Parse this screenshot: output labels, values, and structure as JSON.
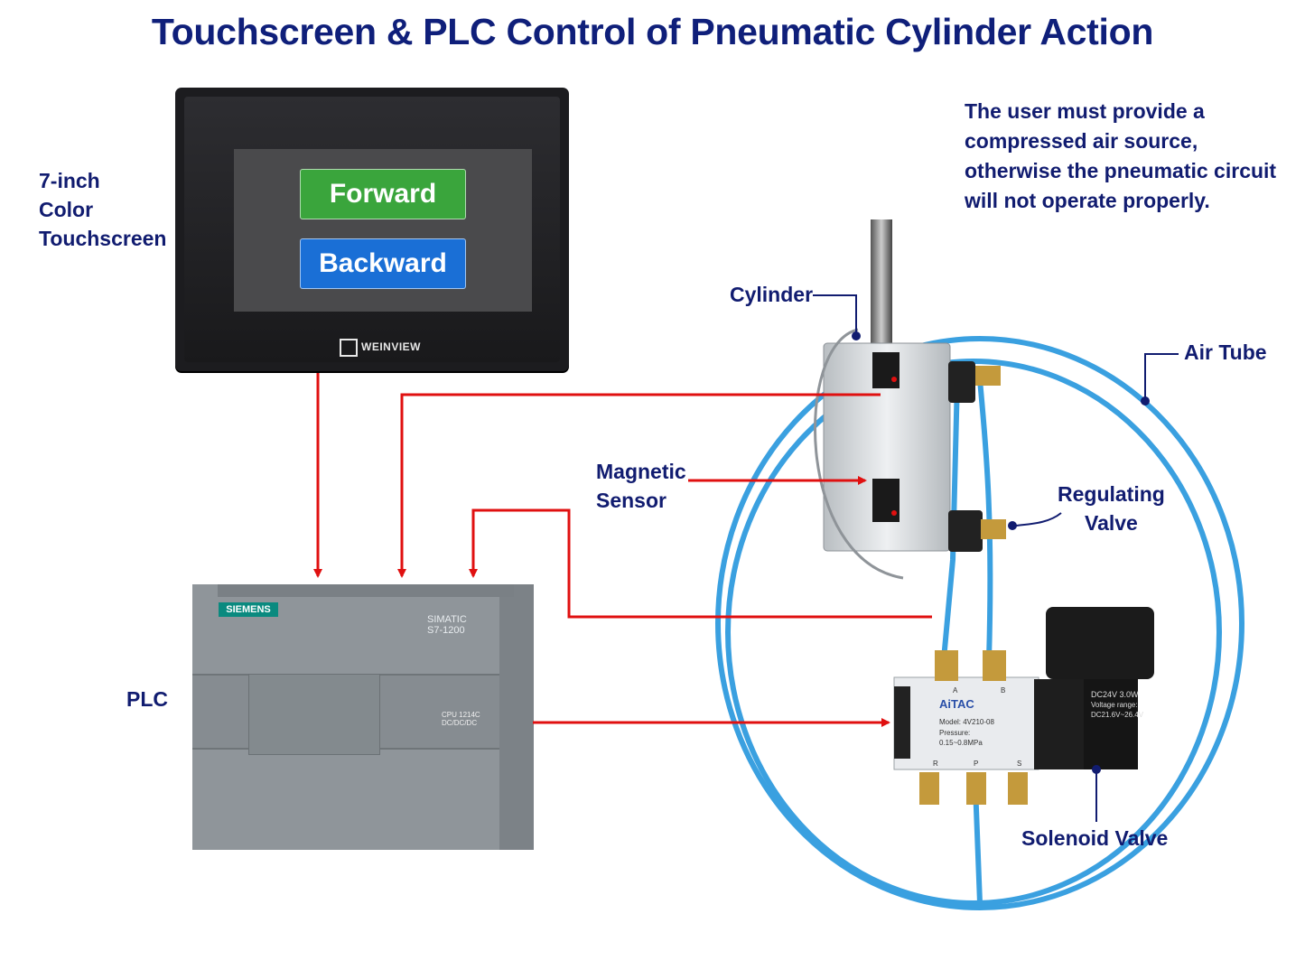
{
  "title": "Touchscreen & PLC Control of Pneumatic Cylinder Action",
  "labels": {
    "touchscreen": [
      "7-inch",
      "Color",
      "Touchscreen"
    ],
    "plc": "PLC",
    "cylinder": "Cylinder",
    "magnetic_sensor": [
      "Magnetic",
      "Sensor"
    ],
    "regulating_valve": [
      "Regulating",
      "Valve"
    ],
    "air_tube": "Air Tube",
    "solenoid_valve": "Solenoid Valve"
  },
  "note": "The user must provide a compressed air source, otherwise the pneumatic circuit will not operate properly.",
  "hmi": {
    "forward": "Forward",
    "backward": "Backward",
    "brand": "WEINVIEW"
  },
  "plc": {
    "brand": "SIEMENS",
    "series_line1": "SIMATIC",
    "series_line2": "S7-1200",
    "cpu_line1": "CPU 1214C",
    "cpu_line2": "DC/DC/DC"
  },
  "valve": {
    "brand": "AiTAC",
    "model": "Model: 4V210-08",
    "pressure_label": "Pressure:",
    "pressure_value": "0.15~0.8MPa",
    "coil_line1": "DC24V 3.0W",
    "coil_line2": "Voltage range:",
    "coil_line3": "DC21.6V~26.4V",
    "port_a": "A",
    "port_b": "B",
    "port_r": "R",
    "port_p": "P",
    "port_s": "S"
  },
  "colors": {
    "title": "#0f1f7a",
    "label": "#111c70",
    "arrow": "#e01010",
    "tube": "#3aa0e0",
    "forward_button": "#3aa53c",
    "backward_button": "#1a6fd6"
  }
}
